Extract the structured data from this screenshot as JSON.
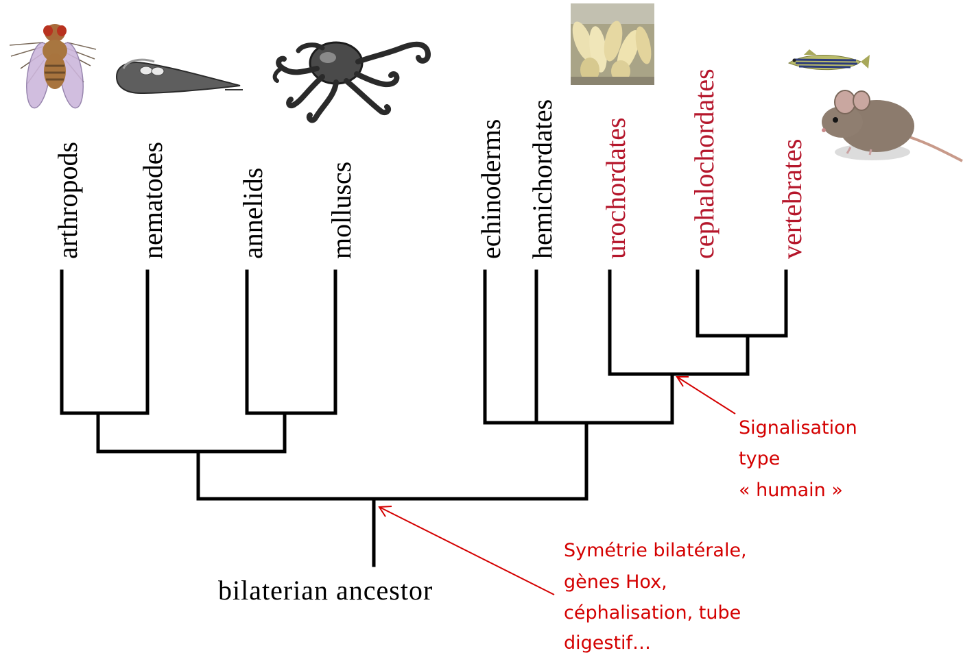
{
  "colors": {
    "tree": "#000000",
    "label_default": "#000000",
    "label_highlight": "#b5162b",
    "annotation": "#d40000"
  },
  "tree": {
    "root_label": "bilaterian ancestor",
    "taxa": [
      {
        "name": "arthropods",
        "highlight": false
      },
      {
        "name": "nematodes",
        "highlight": false
      },
      {
        "name": "annelids",
        "highlight": false
      },
      {
        "name": "molluscs",
        "highlight": false
      },
      {
        "name": "echinoderms",
        "highlight": false
      },
      {
        "name": "hemichordates",
        "highlight": false
      },
      {
        "name": "urochordates",
        "highlight": true
      },
      {
        "name": "cephalochordates",
        "highlight": true
      },
      {
        "name": "vertebrates",
        "highlight": true
      }
    ]
  },
  "images": {
    "fly": "fly-illustration",
    "nematode": "nematode-illustration",
    "octopus": "octopus-illustration",
    "tunicate": "tunicate-photo",
    "zebrafish": "zebrafish-photo",
    "mouse": "mouse-photo"
  },
  "annotations": {
    "human_signaling": {
      "lines": [
        "Signalisation",
        "type",
        "« humain »"
      ]
    },
    "bilateral": {
      "lines": [
        "Symétrie bilatérale,",
        "gènes Hox,",
        "céphalisation, tube",
        "digestif…"
      ]
    }
  }
}
